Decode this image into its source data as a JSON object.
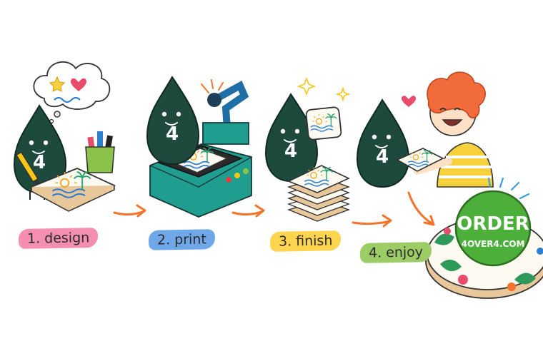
{
  "steps": [
    {
      "label": "1. design",
      "color": "#f48fb1"
    },
    {
      "label": "2. print",
      "color": "#6fa8e8"
    },
    {
      "label": "3. finish",
      "color": "#ffd54f"
    },
    {
      "label": "4. enjoy",
      "color": "#9ccc65"
    }
  ],
  "mascot": {
    "number": "4",
    "color": "#1e4a3e"
  },
  "order_button": {
    "line1": "ORDER",
    "line2": "4OVER4.COM",
    "color": "#4caf3a"
  },
  "colors": {
    "arrow": "#f5732a",
    "press": "#1f9e90",
    "coaster_edge": "#e8c79a",
    "shirt": "#f7d13b",
    "hair": "#f26b3a"
  },
  "icons": [
    "thought-bubble-icon",
    "star-icon",
    "heart-icon",
    "sparkle-icon",
    "sun-icon",
    "palm-icon"
  ]
}
